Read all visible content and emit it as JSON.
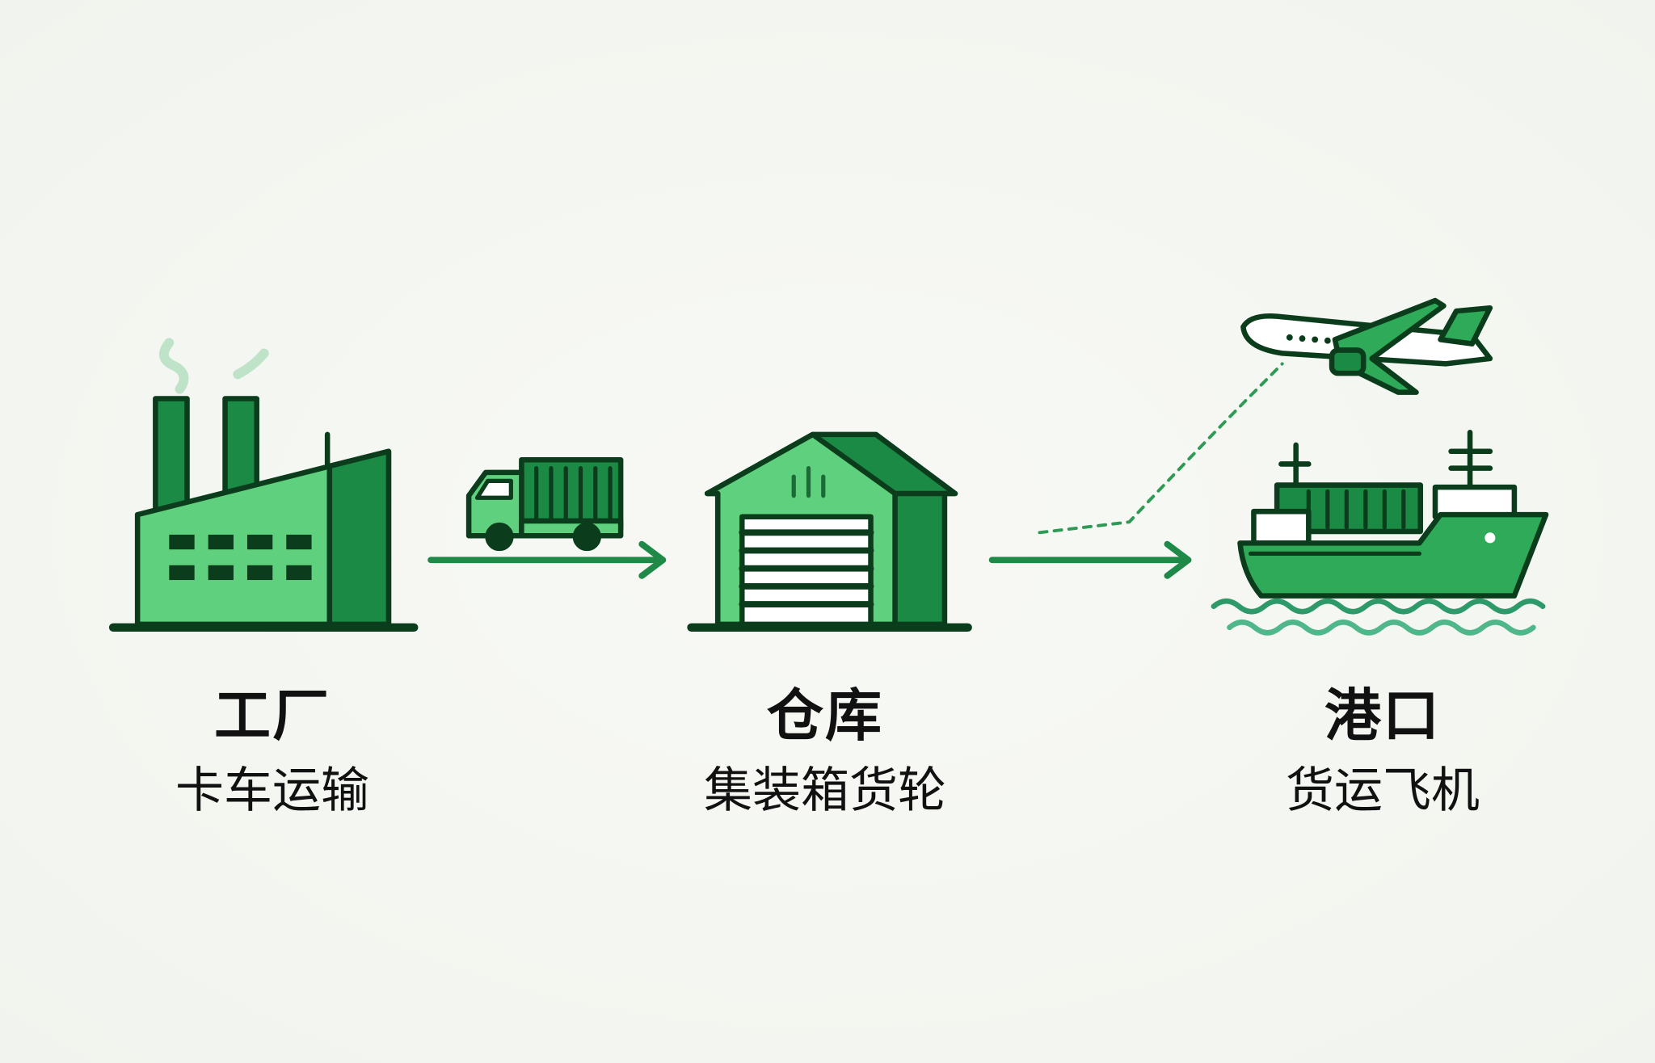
{
  "nodes": [
    {
      "title": "工厂",
      "subtitle": "卡车运输"
    },
    {
      "title": "仓库",
      "subtitle": "集装箱货轮"
    },
    {
      "title": "港口",
      "subtitle": "货运飞机"
    }
  ],
  "colors": {
    "outline": "#0b3d1c",
    "light": "#5fd07e",
    "mid": "#2eaa58",
    "dark": "#137a3c",
    "arrow": "#1f8a47"
  }
}
